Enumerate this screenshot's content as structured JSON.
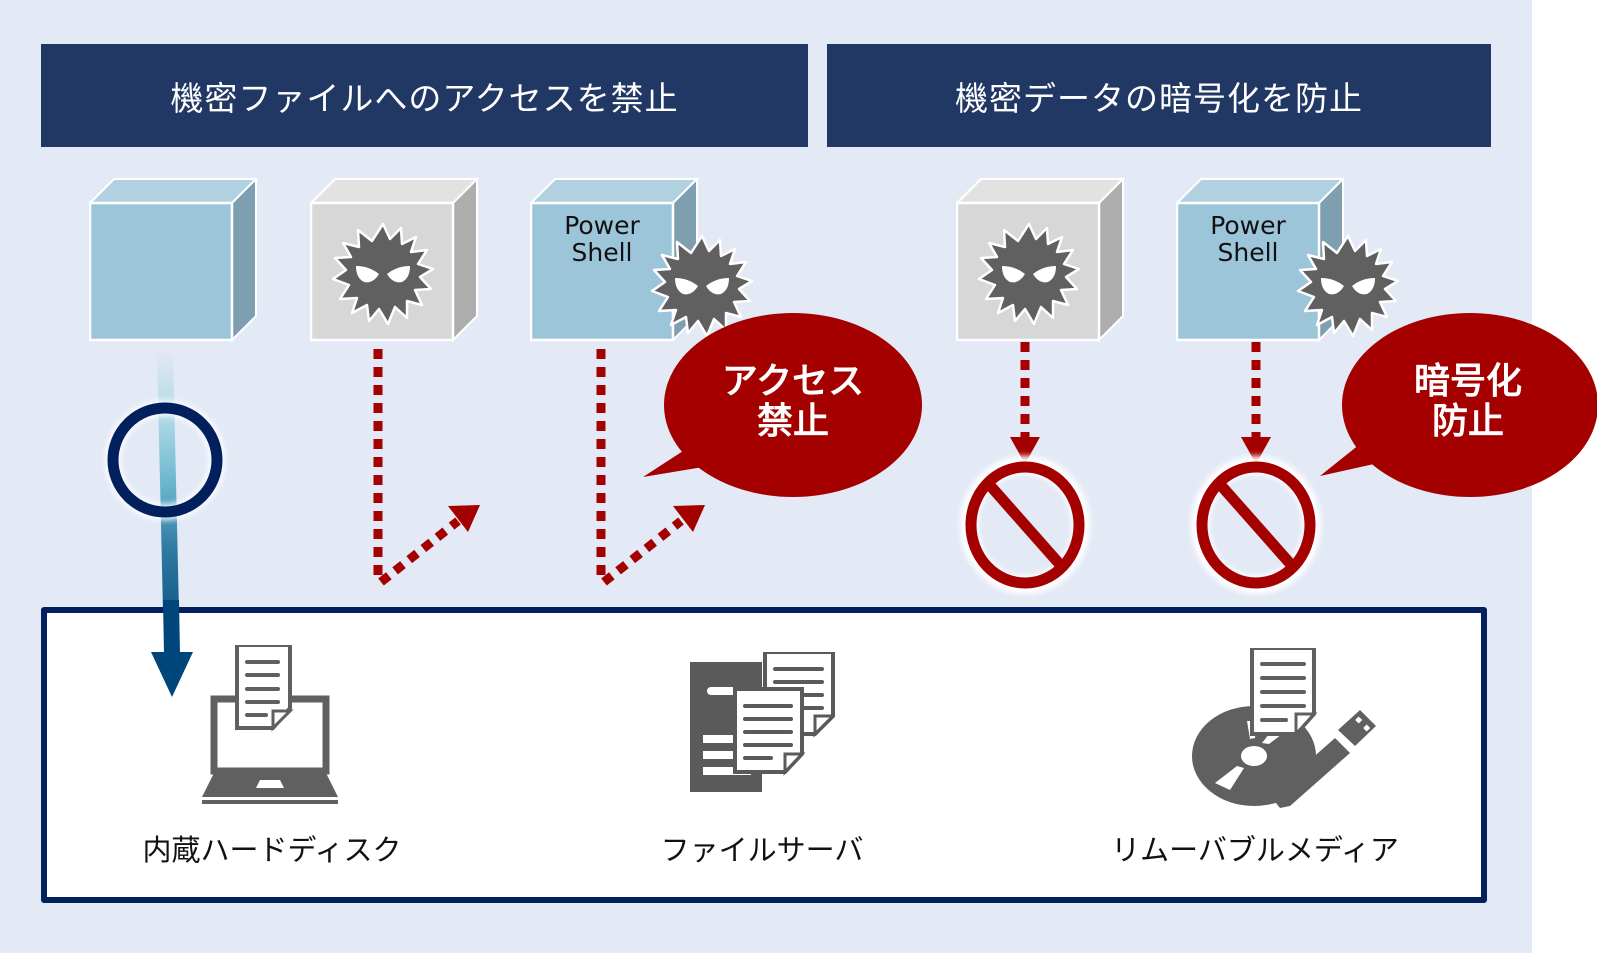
{
  "headers": {
    "left": "機密ファイルへのアクセスを禁止",
    "right": "機密データの暗号化を防止"
  },
  "processes": [
    {
      "id": "legit-app",
      "type": "normal",
      "label": "",
      "result": "allowed"
    },
    {
      "id": "malware",
      "type": "malware",
      "label": "",
      "result": "access-blocked"
    },
    {
      "id": "powershell-infected-1",
      "type": "powershell+malware",
      "label_line1": "Power",
      "label_line2": "Shell",
      "result": "access-blocked"
    },
    {
      "id": "malware-2",
      "type": "malware",
      "label": "",
      "result": "encryption-prevented"
    },
    {
      "id": "powershell-infected-2",
      "type": "powershell+malware",
      "label_line1": "Power",
      "label_line2": "Shell",
      "result": "encryption-prevented"
    }
  ],
  "callouts": {
    "access_denied": {
      "line1": "アクセス",
      "line2": "禁止"
    },
    "encryption_prevented": {
      "line1": "暗号化",
      "line2": "防止"
    }
  },
  "storage": [
    {
      "icon": "laptop-document-icon",
      "label": "内蔵ハードディスク"
    },
    {
      "icon": "file-server-icon",
      "label": "ファイルサーバ"
    },
    {
      "icon": "removable-media-icon",
      "label": "リムーバブルメディア"
    }
  ],
  "colors": {
    "header_bg": "#213864",
    "panel_bg": "#e3e9f5",
    "danger_red": "#a50000",
    "allow_navy": "#03205e",
    "icon_gray": "#606060"
  }
}
